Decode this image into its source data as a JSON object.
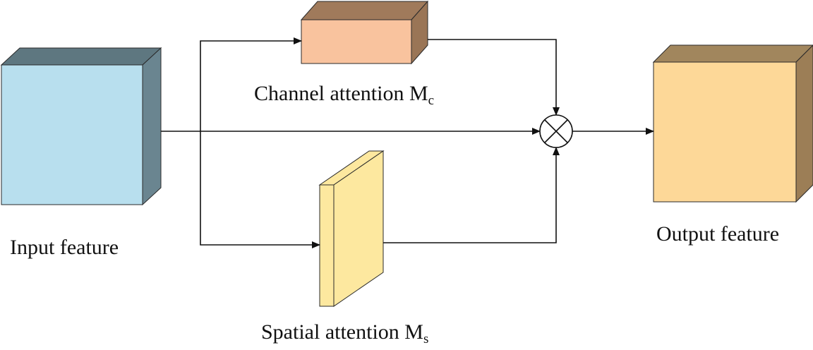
{
  "labels": {
    "input_feature": "Input feature",
    "output_feature": "Output feature",
    "channel_attention": "Channel attention M",
    "channel_attention_sub": "c",
    "spatial_attention": "Spatial attention M",
    "spatial_attention_sub": "s"
  },
  "colors": {
    "input_front": "#b8dfee",
    "input_top": "#5e7780",
    "input_side": "#6a8590",
    "channel_front": "#f9c39e",
    "channel_top": "#a07a5b",
    "channel_side": "#9a7556",
    "spatial_front": "#fde89f",
    "spatial_top": "#fde89f",
    "spatial_side": "#fde89f",
    "output_front": "#fdd898",
    "output_top": "#a1865d",
    "output_side": "#9c7e56",
    "line": "#111111"
  }
}
